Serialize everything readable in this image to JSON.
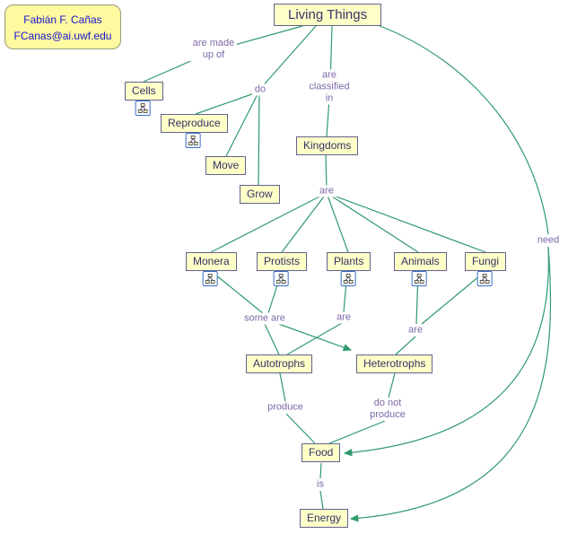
{
  "author": {
    "name": "Fabián F. Cañas",
    "email": "FCanas@ai.uwf.edu"
  },
  "nodes": {
    "living_things": "Living Things",
    "cells": "Cells",
    "reproduce": "Reproduce",
    "move": "Move",
    "grow": "Grow",
    "kingdoms": "Kingdoms",
    "monera": "Monera",
    "protists": "Protists",
    "plants": "Plants",
    "animals": "Animals",
    "fungi": "Fungi",
    "autotrophs": "Autotrophs",
    "heterotrophs": "Heterotrophs",
    "food": "Food",
    "energy": "Energy"
  },
  "links": {
    "are_made_up_of": "are made\nup of",
    "do": "do",
    "are_classified_in": "are\nclassified\nin",
    "are_kingdoms": "are",
    "some_are": "some are",
    "are_autotrophs": "are",
    "are_heterotrophs": "are",
    "need": "need",
    "produce": "produce",
    "do_not_produce": "do not\nproduce",
    "is": "is"
  },
  "colors": {
    "connector_line": "#2F9A6E",
    "node_background": "#FFFFC8",
    "node_border": "#62628F",
    "node_text": "#333366",
    "link_label_text": "#7D68A8",
    "author_background": "#FFF9A0",
    "author_text": "#1414CF"
  }
}
